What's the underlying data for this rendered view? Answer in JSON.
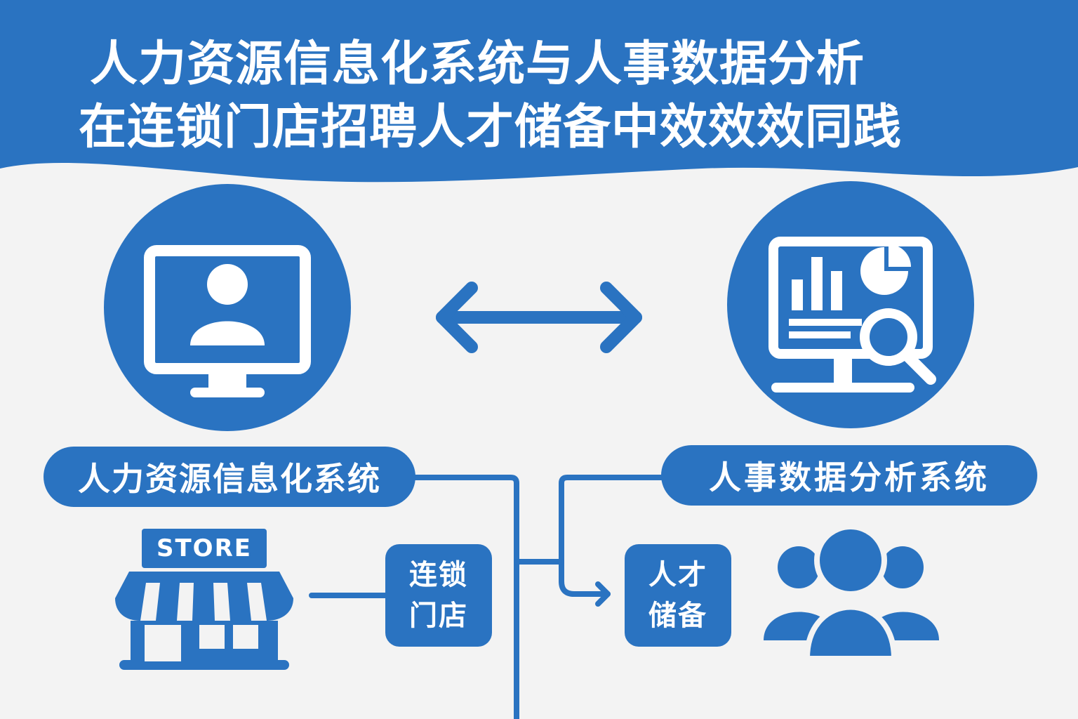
{
  "title": {
    "line1": "人力资源信息化系统与人事数据分析",
    "line2": "在连锁门店招聘人才储备中效效效同践"
  },
  "nodes": {
    "hr_system_label": "人力资源信息化系统",
    "analytics_system_label": "人事数据分析系统",
    "chain_store_line1": "连锁",
    "chain_store_line2": "门店",
    "talent_pool_line1": "人才",
    "talent_pool_line2": "储备",
    "store_sign": "STORE"
  },
  "icons": {
    "hr_system": "monitor-user-icon",
    "analytics": "monitor-chart-magnifier-icon",
    "exchange": "double-arrow-icon",
    "store": "store-icon",
    "people": "people-group-icon"
  },
  "colors": {
    "primary": "#2a73c1",
    "background": "#f3f3f3",
    "text_on_primary": "#ffffff"
  }
}
